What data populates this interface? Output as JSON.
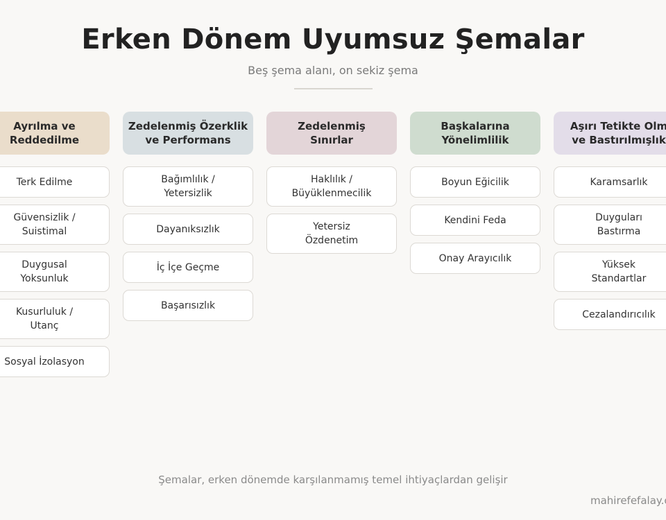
{
  "title": "Erken Dönem Uyumsuz Şemalar",
  "subtitle": "Beş şema alanı, on sekiz şema",
  "footer": "Şemalar, erken dönemde karşılanmamış temel ihtiyaçlardan gelişir",
  "credit": "mahirefefalay.c",
  "domains": [
    {
      "name": "Ayrılma ve\nReddedilme",
      "color": "#eaddcb",
      "schemas": [
        "Terk Edilme",
        "Güvensizlik /\nSuistimal",
        "Duygusal\nYoksunluk",
        "Kusurluluk /\nUtanç",
        "Sosyal İzolasyon"
      ]
    },
    {
      "name": "Zedelenmiş Özerklik\nve Performans",
      "color": "#d8dfe2",
      "schemas": [
        "Bağımlılık /\nYetersizlik",
        "Dayanıksızlık",
        "İç İçe Geçme",
        "Başarısızlık"
      ]
    },
    {
      "name": "Zedelenmiş\nSınırlar",
      "color": "#e3d5d8",
      "schemas": [
        "Haklılık /\nBüyüklenmecilik",
        "Yetersiz\nÖzdenetim"
      ]
    },
    {
      "name": "Başkalarına\nYönelimlilik",
      "color": "#cfdccf",
      "schemas": [
        "Boyun Eğicilik",
        "Kendini Feda",
        "Onay Arayıcılık"
      ]
    },
    {
      "name": "Aşırı Tetikte Olm\nve Bastırılmışlık",
      "color": "#e3dde9",
      "schemas": [
        "Karamsarlık",
        "Duyguları\nBastırma",
        "Yüksek\nStandartlar",
        "Cezalandırıcılık"
      ]
    }
  ]
}
